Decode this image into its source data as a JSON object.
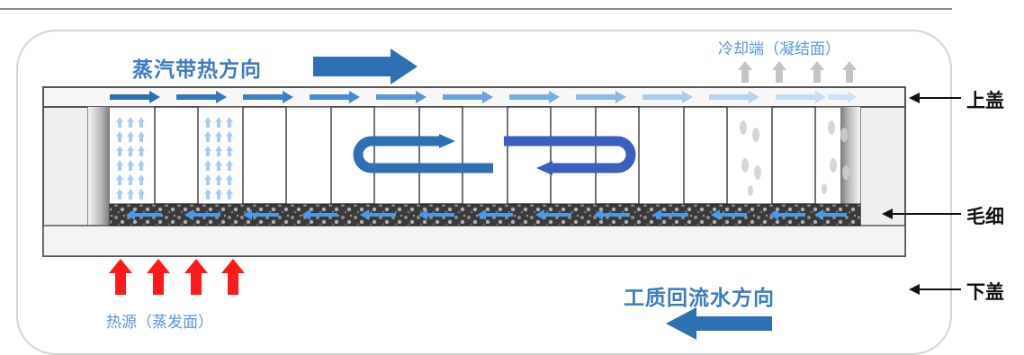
{
  "labels": {
    "vapor_direction": "蒸汽带热方向",
    "condenser_end": "冷却端（凝结面）",
    "heat_source": "热源（蒸发面）",
    "liquid_return": "工质回流水方向",
    "top_cover": "上盖",
    "wick": "毛细",
    "bottom_cover": "下盖"
  },
  "colors": {
    "vapor_blue": "#2f6fb3",
    "light_blue": "#a9cdf0",
    "heat_red": "#ff1a1a",
    "label_blue": "#3d7cc0",
    "grey_arrow": "#c4c4c4"
  }
}
